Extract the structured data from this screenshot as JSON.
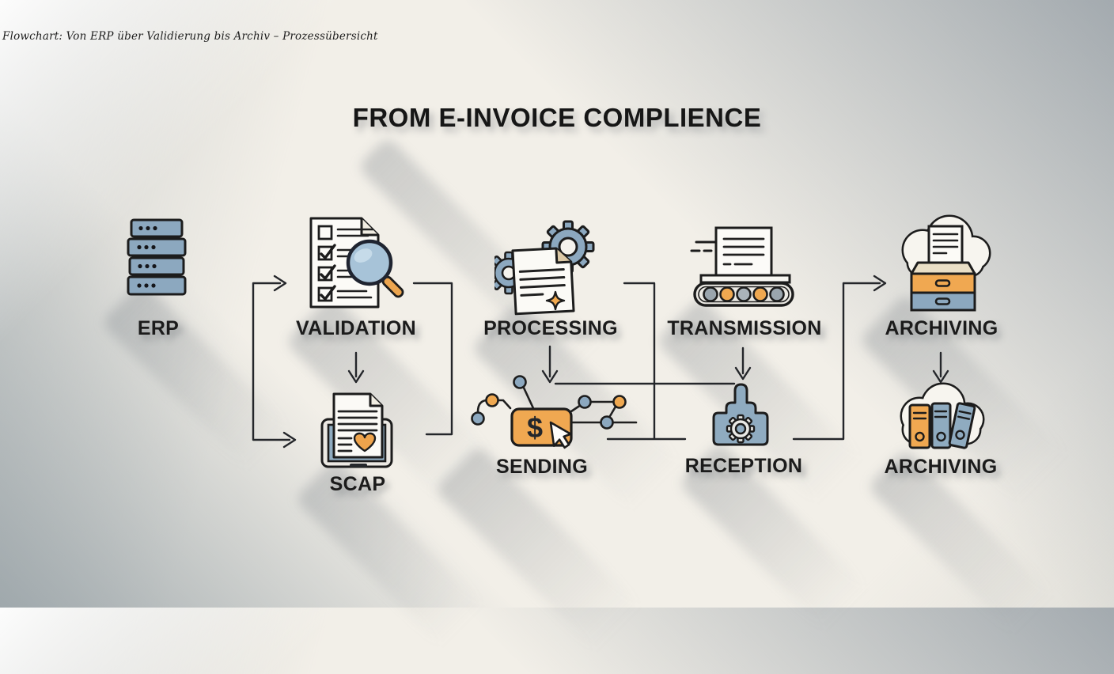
{
  "page": {
    "caption": "Flowchart: Von ERP über Validierung bis Archiv – Prozessübersicht",
    "title": "FROM E-INVOICE COMPLIENCE"
  },
  "nodes": [
    {
      "label": "ERP",
      "icon": "server-stack-icon"
    },
    {
      "label": "VALIDATION",
      "icon": "checklist-magnifier-icon"
    },
    {
      "label": "PROCESSING",
      "icon": "document-gears-icon"
    },
    {
      "label": "TRANSMISSION",
      "icon": "conveyor-document-icon"
    },
    {
      "label": "ARCHIVING",
      "icon": "cloud-drawer-cabinet-icon"
    },
    {
      "label": "SCAP",
      "icon": "laptop-document-heart-icon"
    },
    {
      "label": "SENDING",
      "icon": "dollar-cursor-network-icon"
    },
    {
      "label": "RECEPTION",
      "icon": "funnel-gear-icon"
    },
    {
      "label": "ARCHIVING",
      "icon": "cloud-binders-icon"
    }
  ],
  "sending": {
    "currency_symbol": "$"
  },
  "edges": [
    {
      "from": "ERP",
      "to": "VALIDATION",
      "type": "arrow"
    },
    {
      "from": "ERP",
      "to": "SCAP",
      "type": "arrow"
    },
    {
      "from": "VALIDATION",
      "to": "SCAP",
      "type": "arrow-down"
    },
    {
      "from": "VALIDATION",
      "to": "SCAP",
      "type": "right-side-bracket-line"
    },
    {
      "from": "PROCESSING",
      "to": "SENDING",
      "type": "arrow-down"
    },
    {
      "from": "PROCESSING",
      "to": "SENDING-RECEPTION junction",
      "type": "right-side-bracket-line"
    },
    {
      "from": "SENDING",
      "to": "RECEPTION",
      "type": "line"
    },
    {
      "from": "TRANSMISSION",
      "to": "RECEPTION",
      "type": "arrow-down"
    },
    {
      "from": "RECEPTION",
      "to": "ARCHIVING",
      "type": "arrow"
    },
    {
      "from": "ARCHIVING",
      "to": "ARCHIVING",
      "type": "arrow-down"
    }
  ],
  "colors": {
    "blue_gray": "#8ca8bf",
    "orange": "#f0a851",
    "outline": "#1c1c1c",
    "paper": "#fbfaf6",
    "lens_blue": "#a7c3d8",
    "fold_tan": "#dcc9a6",
    "background_cream": "#f2efe8",
    "background_gray": "#a3aaaf"
  }
}
